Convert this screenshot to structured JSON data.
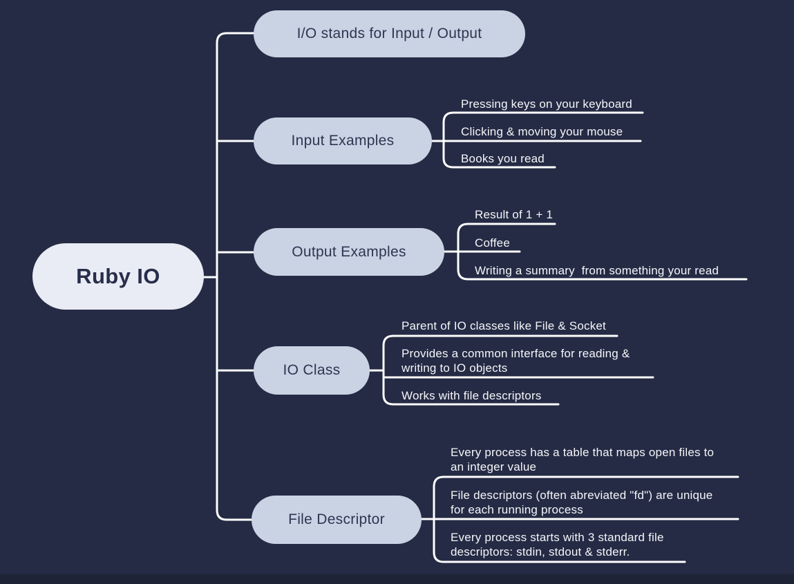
{
  "colors": {
    "background": "#252b44",
    "branch_node_fill": "#c9d3e4",
    "root_node_fill": "#e9ecf4",
    "node_text": "#2e3552",
    "leaf_text": "#f4f6fa",
    "connector_line": "#ffffff"
  },
  "mindmap": {
    "root": {
      "label": "Ruby IO"
    },
    "branches": [
      {
        "label": "I/O stands for Input / Output",
        "children": []
      },
      {
        "label": "Input Examples",
        "children": [
          "Pressing keys on your keyboard",
          "Clicking & moving your mouse",
          "Books you read"
        ]
      },
      {
        "label": "Output Examples",
        "children": [
          "Result of 1 + 1",
          "Coffee",
          "Writing a summary  from something your read"
        ]
      },
      {
        "label": "IO Class",
        "children": [
          "Parent of IO classes like File & Socket",
          "Provides a common interface for reading &\nwriting to IO objects",
          "Works with file descriptors"
        ]
      },
      {
        "label": "File Descriptor",
        "children": [
          "Every process has a table that maps open files to\nan integer value",
          "File descriptors (often abreviated \"fd\") are unique\nfor each running process",
          "Every process starts with 3 standard file\ndescriptors: stdin, stdout & stderr."
        ]
      }
    ]
  }
}
